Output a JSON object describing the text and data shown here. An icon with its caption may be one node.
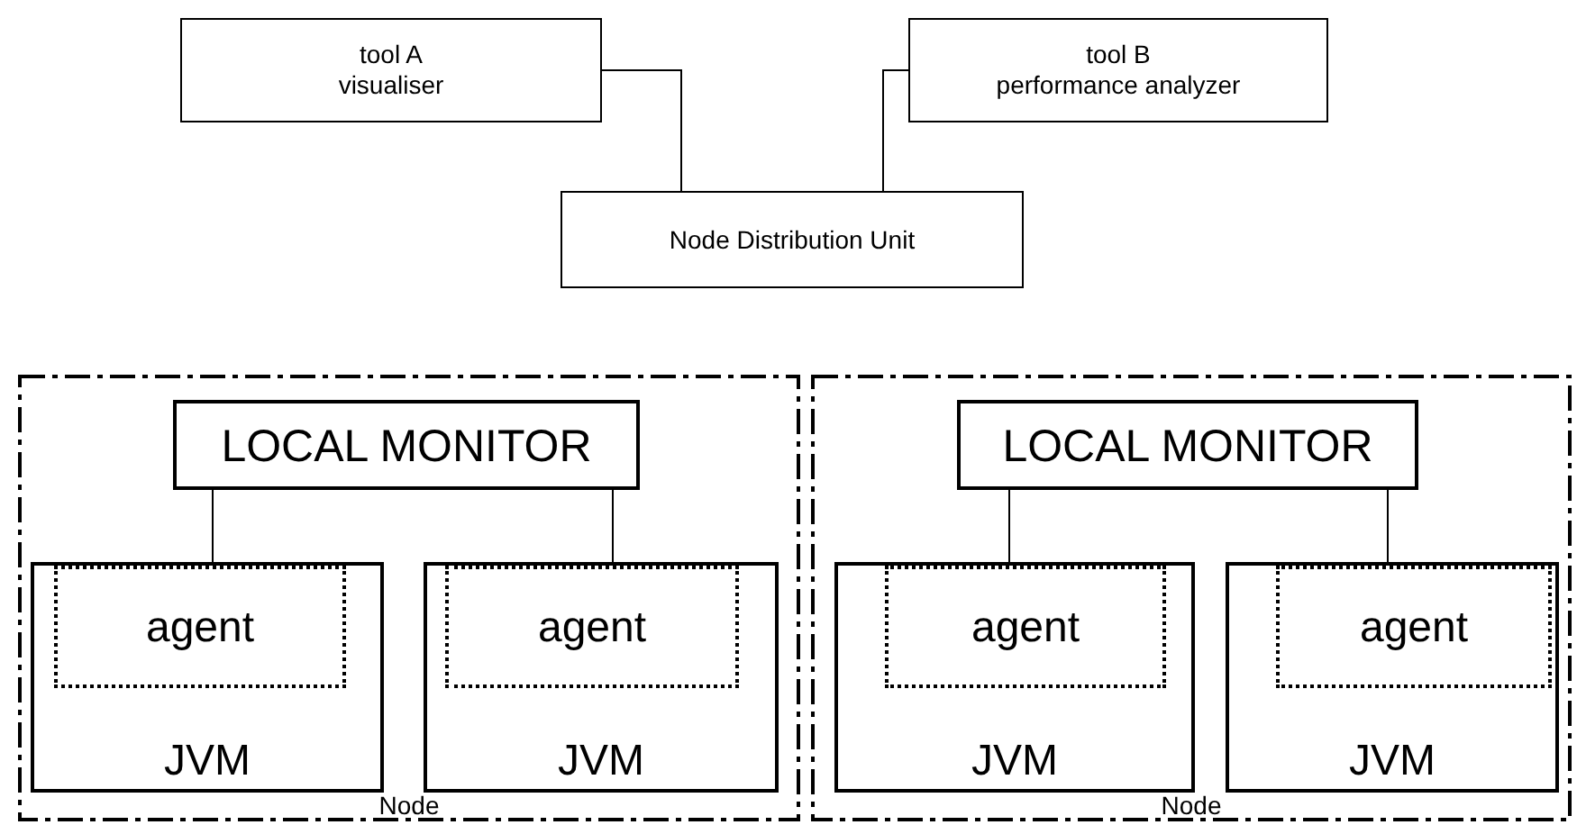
{
  "diagram": {
    "nodes": [
      {
        "text": [
          "tool A",
          "visualiser"
        ]
      },
      {
        "text": [
          "tool B",
          "performance analyzer"
        ]
      },
      {
        "text": [
          "Node Distribution Unit"
        ]
      },
      {
        "text": [
          "Node"
        ]
      },
      {
        "text": [
          "LOCAL MONITOR"
        ],
        "in": 3
      },
      {
        "text": [
          "JVM"
        ],
        "in": 3
      },
      {
        "text": [
          "agent"
        ],
        "in": 5
      },
      {
        "text": [
          "JVM"
        ],
        "in": 3
      },
      {
        "text": [
          "agent"
        ],
        "in": 7
      },
      {
        "text": [
          "Node"
        ]
      },
      {
        "text": [
          "LOCAL MONITOR"
        ],
        "in": 9
      },
      {
        "text": [
          "JVM"
        ],
        "in": 9
      },
      {
        "text": [
          "agent"
        ],
        "in": 11
      },
      {
        "text": [
          "JVM"
        ],
        "in": 9
      },
      {
        "text": [
          "agent"
        ],
        "in": 13
      }
    ],
    "edges": [
      {
        "from": 0,
        "to": 2,
        "arrow": "none"
      },
      {
        "from": 1,
        "to": 2,
        "arrow": "none"
      },
      {
        "from": 4,
        "to": 5,
        "arrow": "none"
      },
      {
        "from": 4,
        "to": 7,
        "arrow": "none"
      },
      {
        "from": 10,
        "to": 11,
        "arrow": "none"
      },
      {
        "from": 10,
        "to": 13,
        "arrow": "none"
      }
    ]
  }
}
